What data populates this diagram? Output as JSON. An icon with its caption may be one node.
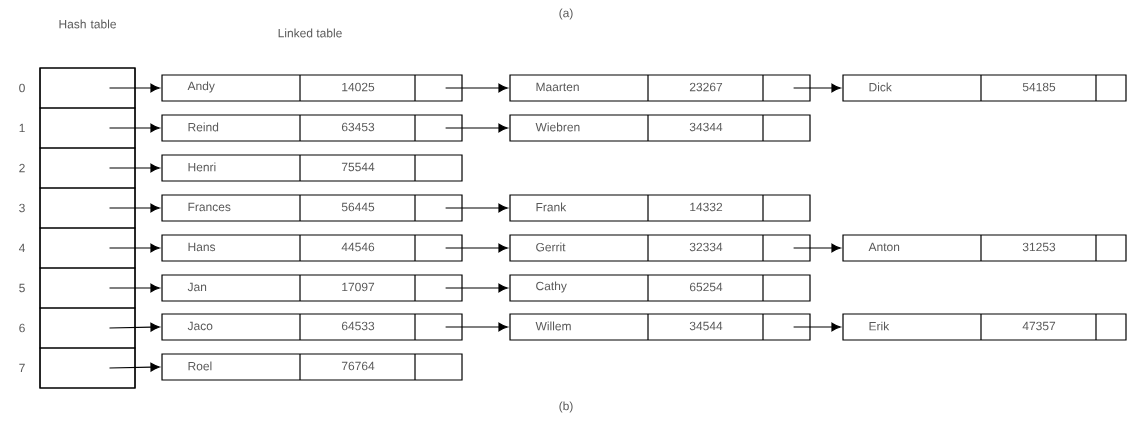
{
  "diagram": {
    "nodes": [
      {
        "text": [
          "Hash table"
        ]
      },
      {
        "text": [],
        "shape": "box",
        "in": 0,
        "beside": [
          "0"
        ]
      },
      {
        "text": [],
        "shape": "box",
        "in": 0,
        "beside": [
          "1"
        ]
      },
      {
        "text": [],
        "shape": "box",
        "in": 0,
        "beside": [
          "2"
        ]
      },
      {
        "text": [],
        "shape": "box",
        "in": 0,
        "beside": [
          "3"
        ]
      },
      {
        "text": [],
        "shape": "box",
        "in": 0,
        "beside": [
          "4"
        ]
      },
      {
        "text": [],
        "shape": "box",
        "in": 0,
        "beside": [
          "5"
        ]
      },
      {
        "text": [],
        "shape": "box",
        "in": 0,
        "beside": [
          "6"
        ]
      },
      {
        "text": [],
        "shape": "box",
        "in": 0,
        "beside": [
          "7"
        ]
      },
      {
        "text": [
          "Andy",
          "14025"
        ]
      },
      {
        "text": [
          "Maarten",
          "23267"
        ]
      },
      {
        "text": [
          "Dick",
          "54185"
        ]
      },
      {
        "text": [
          "Reind",
          "63453"
        ]
      },
      {
        "text": [
          "Wiebren",
          "34344"
        ]
      },
      {
        "text": [
          "Henri",
          "75544"
        ]
      },
      {
        "text": [
          "Frances",
          "56445"
        ]
      },
      {
        "text": [
          "Frank",
          "14332"
        ]
      },
      {
        "text": [
          "Hans",
          "44546"
        ]
      },
      {
        "text": [
          "Gerrit",
          "32334"
        ]
      },
      {
        "text": [
          "Anton",
          "31253"
        ]
      },
      {
        "text": [
          "Jan",
          "17097"
        ]
      },
      {
        "text": [
          "Cathy",
          "65254"
        ]
      },
      {
        "text": [
          "Jaco",
          "64533"
        ]
      },
      {
        "text": [
          "Willem",
          "34544"
        ]
      },
      {
        "text": [
          "Erik",
          "47357"
        ]
      },
      {
        "text": [
          "Roel",
          "76764"
        ]
      }
    ],
    "edges": [
      {
        "from": 1,
        "to": 9,
        "arrow": "to"
      },
      {
        "from": 9,
        "to": 10,
        "arrow": "to"
      },
      {
        "from": 10,
        "to": 11,
        "arrow": "to"
      },
      {
        "from": 2,
        "to": 12,
        "arrow": "to"
      },
      {
        "from": 12,
        "to": 13,
        "arrow": "to"
      },
      {
        "from": 3,
        "to": 14,
        "arrow": "to"
      },
      {
        "from": 4,
        "to": 15,
        "arrow": "to"
      },
      {
        "from": 15,
        "to": 16,
        "arrow": "to"
      },
      {
        "from": 5,
        "to": 17,
        "arrow": "to"
      },
      {
        "from": 17,
        "to": 18,
        "arrow": "to"
      },
      {
        "from": 18,
        "to": 19,
        "arrow": "to"
      },
      {
        "from": 6,
        "to": 20,
        "arrow": "to"
      },
      {
        "from": 20,
        "to": 21,
        "arrow": "to"
      },
      {
        "from": 7,
        "to": 22,
        "arrow": "to"
      },
      {
        "from": 22,
        "to": 23,
        "arrow": "to"
      },
      {
        "from": 23,
        "to": 24,
        "arrow": "to"
      },
      {
        "from": 8,
        "to": 25,
        "arrow": "to"
      }
    ],
    "labels": [
      "(a)",
      "Linked table",
      "(b)"
    ]
  }
}
